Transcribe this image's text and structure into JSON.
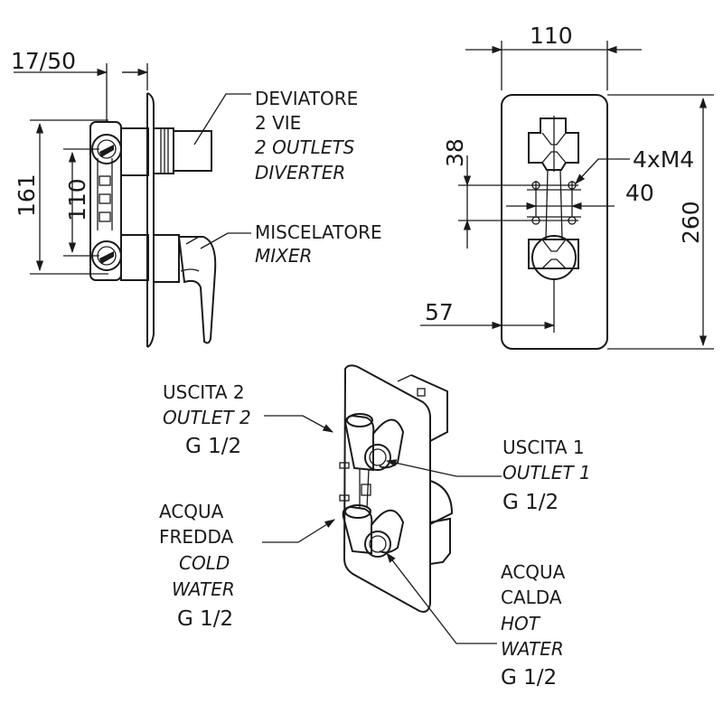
{
  "dimensions": {
    "top_offset": "17/50",
    "height_outer": "161",
    "height_inner": "110",
    "plate_width": "110",
    "plate_height": "260",
    "spacing_vertical": "38",
    "spacing_horizontal": "40",
    "screws": "4xM4",
    "offset_left": "57"
  },
  "labels": {
    "diverter": {
      "line1": "DEVIATORE",
      "line2": "2 VIE",
      "line3": "2 OUTLETS",
      "line4": "DIVERTER"
    },
    "mixer": {
      "line1": "MISCELATORE",
      "line2": "MIXER"
    },
    "outlet2": {
      "line1": "USCITA 2",
      "line2": "OUTLET 2",
      "thread": "G 1/2"
    },
    "outlet1": {
      "line1": "USCITA 1",
      "line2": "OUTLET 1",
      "thread": "G 1/2"
    },
    "cold": {
      "line1": "ACQUA",
      "line2": "FREDDA",
      "line3": "COLD",
      "line4": "WATER",
      "thread": "G 1/2"
    },
    "hot": {
      "line1": "ACQUA",
      "line2": "CALDA",
      "line3": "HOT",
      "line4": "WATER",
      "thread": "G 1/2"
    }
  }
}
